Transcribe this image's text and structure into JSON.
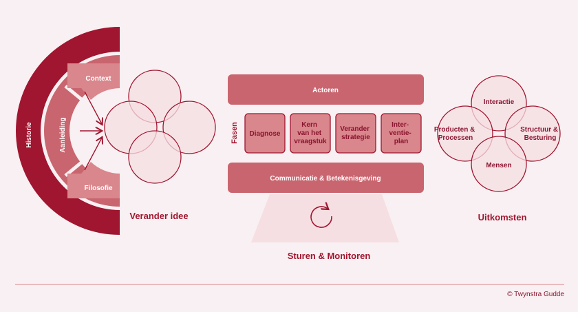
{
  "colors": {
    "background": "#f8f0f2",
    "dark_red": "#a0152f",
    "mid_red": "#c9656f",
    "light_red": "#d9868c",
    "box_fill": "#e8b8bd",
    "circle_fill": "#f6dfe2",
    "text_dark": "#8a1530"
  },
  "left_section": {
    "outer_ring_label": "Historie",
    "middle_ring_label": "Aanleiding",
    "inner_top_label": "Context",
    "inner_bottom_label": "Filosofie",
    "caption": "Verander idee"
  },
  "center_section": {
    "top_bar": "Actoren",
    "side_label": "Fasen",
    "phases": [
      {
        "lines": [
          "Diagnose"
        ]
      },
      {
        "lines": [
          "Kern",
          "van het",
          "vraagstuk"
        ]
      },
      {
        "lines": [
          "Verander",
          "strategie"
        ]
      },
      {
        "lines": [
          "Inter-",
          "ventie-",
          "plan"
        ]
      }
    ],
    "bottom_bar": "Communicatie & Betekenisgeving",
    "caption": "Sturen & Monitoren",
    "cycle_icon": "cycle-arrow-icon"
  },
  "right_section": {
    "top": "Interactie",
    "left_lines": [
      "Producten &",
      "Processen"
    ],
    "right_lines": [
      "Structuur &",
      "Besturing"
    ],
    "bottom": "Mensen",
    "caption": "Uitkomsten"
  },
  "footer": {
    "copyright": "© Twynstra Gudde"
  }
}
